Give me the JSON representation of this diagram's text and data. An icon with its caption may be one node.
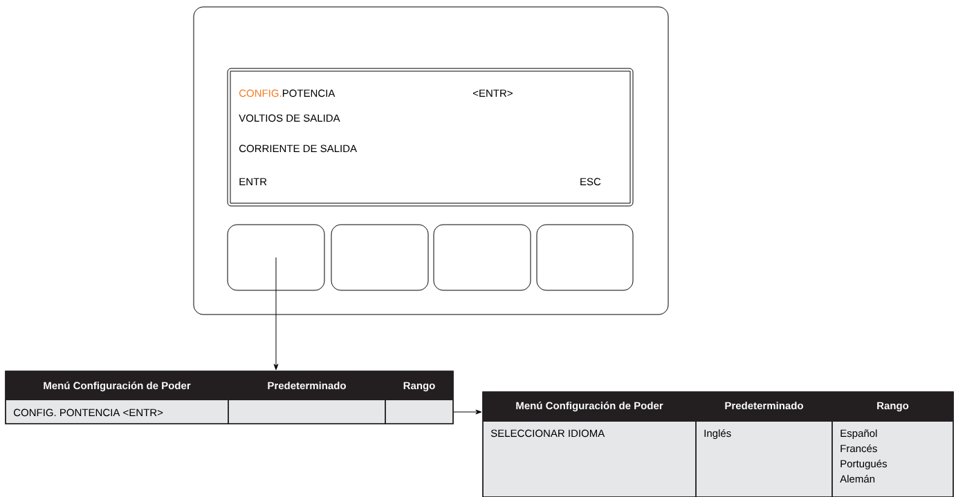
{
  "diagram": {
    "nodes": [
      {
        "text": [],
        "shape": "box"
      },
      {
        "text": [
          "CONFIG.",
          "POTENCIA",
          "<ENTR>",
          "VOLTIOS DE SALIDA",
          "CORRIENTE DE SALIDA",
          "ENTR",
          "ESC"
        ],
        "in": 0
      },
      {
        "text": [],
        "shape": "box",
        "in": 0
      },
      {
        "text": [],
        "shape": "box",
        "in": 0
      },
      {
        "text": [],
        "shape": "box",
        "in": 0
      },
      {
        "text": [],
        "shape": "box",
        "in": 0
      },
      {
        "text": [
          "Menú Configuración de Poder",
          "Predeterminado",
          "Rango",
          "CONFIG. PONTENCIA <ENTR>"
        ]
      },
      {
        "text": [
          "Menú Configuración de Poder",
          "Predeterminado",
          "Rango",
          "SELECCIONAR IDIOMA",
          "Inglés",
          "Español",
          "Francés",
          "Portugués",
          "Alemán"
        ]
      }
    ],
    "edges": [
      {
        "from": 2,
        "to": 6,
        "arrow": "to"
      },
      {
        "from": 6,
        "to": 7,
        "arrow": "to"
      }
    ]
  }
}
